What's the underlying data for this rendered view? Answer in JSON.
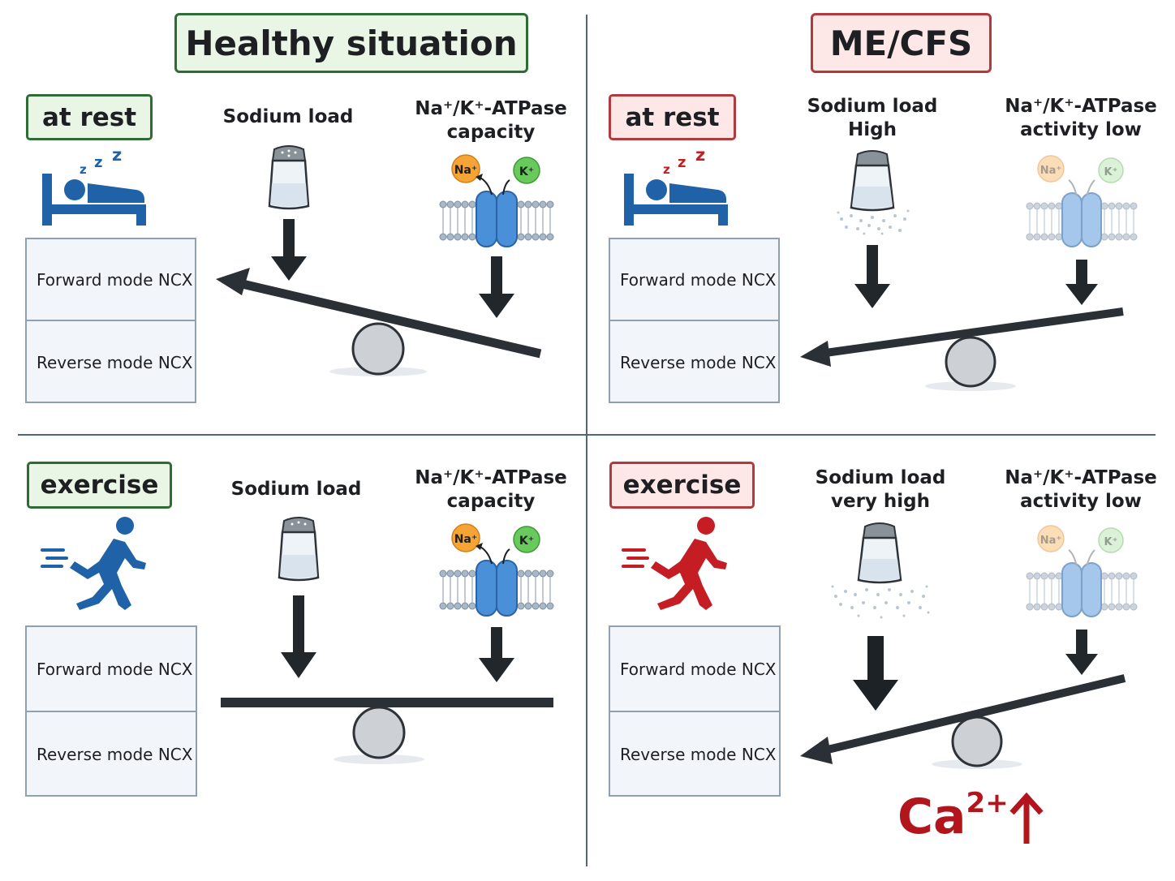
{
  "titles": {
    "healthy": "Healthy situation",
    "mecfs": "ME/CFS"
  },
  "panels": {
    "healthy_rest": {
      "tag": "at rest",
      "sodium_label": "Sodium load",
      "pump_label_1": "Na⁺/K⁺-ATPase",
      "pump_label_2": "capacity",
      "forward": "Forward mode NCX",
      "reverse": "Reverse mode NCX"
    },
    "mecfs_rest": {
      "tag": "at rest",
      "sodium_label_1": "Sodium load",
      "sodium_label_2": "High",
      "pump_label_1": "Na⁺/K⁺-ATPase",
      "pump_label_2": "activity low",
      "forward": "Forward mode NCX",
      "reverse": "Reverse mode NCX"
    },
    "healthy_exercise": {
      "tag": "exercise",
      "sodium_label": "Sodium load",
      "pump_label_1": "Na⁺/K⁺-ATPase",
      "pump_label_2": "capacity",
      "forward": "Forward mode NCX",
      "reverse": "Reverse mode NCX"
    },
    "mecfs_exercise": {
      "tag": "exercise",
      "sodium_label_1": "Sodium load",
      "sodium_label_2": "very high",
      "pump_label_1": "Na⁺/K⁺-ATPase",
      "pump_label_2": "activity low",
      "forward": "Forward mode NCX",
      "reverse": "Reverse mode NCX"
    }
  },
  "ions": {
    "na": "Na⁺",
    "k": "K⁺"
  },
  "sleep_letters": [
    "z",
    "z",
    "z"
  ],
  "calcium": {
    "base": "Ca",
    "charge": "2+",
    "arrow": "↑"
  },
  "colors": {
    "healthy_border": "#2e6b35",
    "healthy_fill": "#e9f6e5",
    "mecfs_border": "#b03a3e",
    "mecfs_fill": "#fde7e7",
    "icon_blue": "#1f62a8",
    "runner_red": "#c41e24",
    "calcium_red": "#b3151c",
    "dark_arrow": "#22272b"
  },
  "icons": [
    "sleeping-person-in-bed-icon",
    "running-person-icon",
    "salt-shaker-icon",
    "sodium-potassium-pump-icon",
    "seesaw-balance-icon"
  ]
}
